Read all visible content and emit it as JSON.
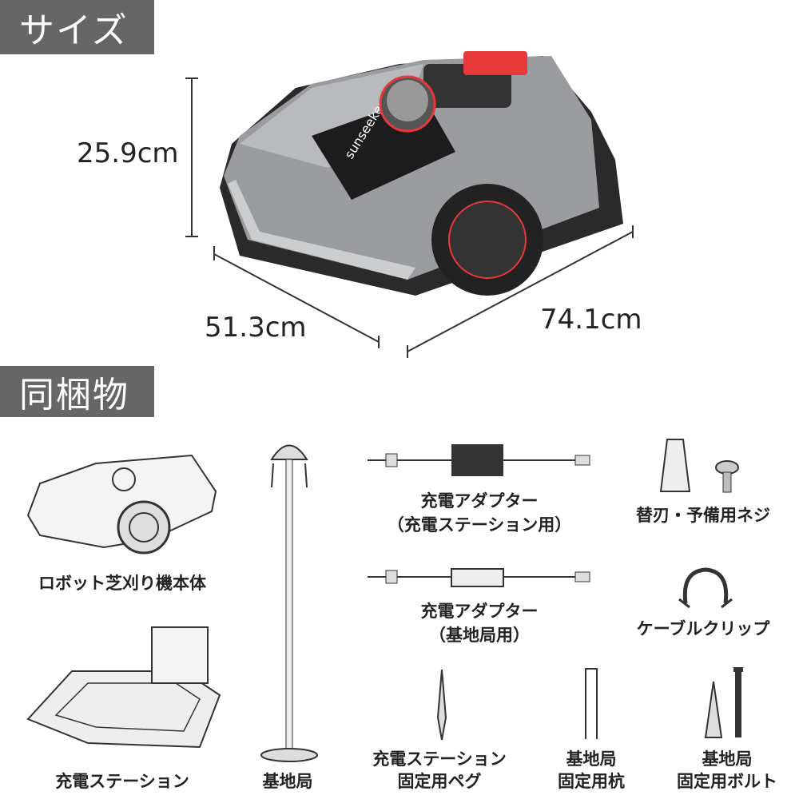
{
  "size_section": {
    "title": "サイズ",
    "height": "25.9cm",
    "width": "51.3cm",
    "length": "74.1cm",
    "brand": "sunseeker"
  },
  "contents_section": {
    "title": "同梱物",
    "items": [
      {
        "label": "ロボット芝刈り機本体"
      },
      {
        "label": "充電ステーション"
      },
      {
        "label": "基地局"
      },
      {
        "label": "充電アダプター",
        "sub": "（充電ステーション用）"
      },
      {
        "label": "充電アダプター",
        "sub": "（基地局用）"
      },
      {
        "label": "替刃・予備用ネジ"
      },
      {
        "label": "ケーブルクリップ"
      },
      {
        "label": "充電ステーション",
        "sub": "固定用ペグ"
      },
      {
        "label": "基地局",
        "sub": "固定用杭"
      },
      {
        "label": "基地局",
        "sub": "固定用ボルト"
      }
    ]
  },
  "colors": {
    "header_bg": "#666666",
    "accent_red": "#e8393a",
    "body_gray": "#8a8c90"
  }
}
